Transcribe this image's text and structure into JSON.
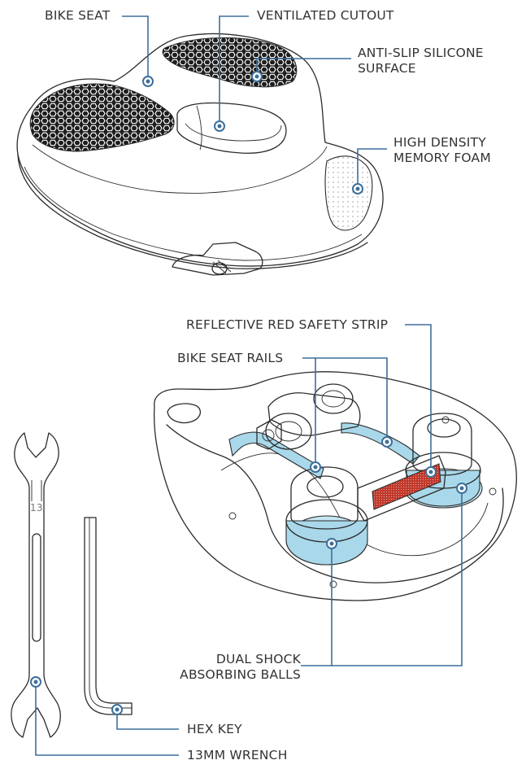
{
  "colors": {
    "leader": "#3d6f9b",
    "line_art": "#2b2b2b",
    "highlight_blue": "#a9d8ea",
    "reflector_red": "#c0392b"
  },
  "labels": {
    "bike_seat": "BIKE SEAT",
    "ventilated_cutout": "VENTILATED CUTOUT",
    "anti_slip": [
      "ANTI-SLIP SILICONE",
      "SURFACE"
    ],
    "memory_foam": [
      "HIGH DENSITY",
      "MEMORY FOAM"
    ],
    "reflective_strip": "REFLECTIVE RED SAFETY STRIP",
    "seat_rails": "BIKE SEAT RAILS",
    "shock_balls": [
      "DUAL SHOCK",
      "ABSORBING BALLS"
    ],
    "hex_key": "HEX KEY",
    "wrench": "13MM WRENCH",
    "wrench_size": "13"
  },
  "icons": {
    "pointer_marker": "circle-dot"
  }
}
